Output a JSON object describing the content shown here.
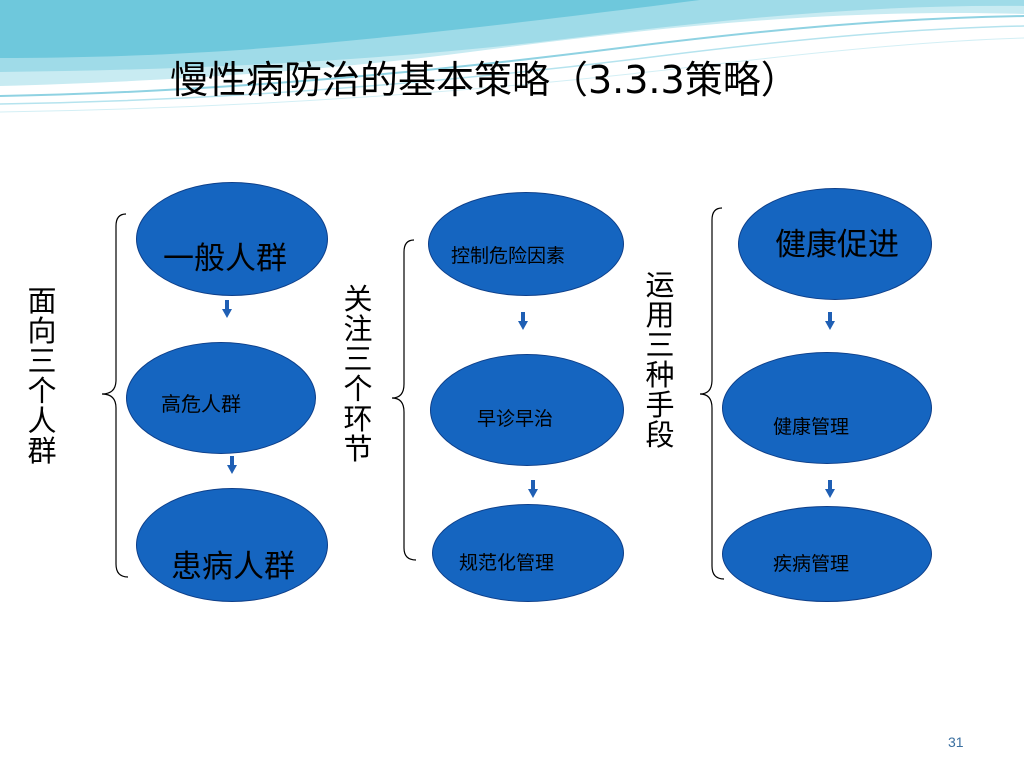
{
  "slide": {
    "title": "慢性病防治的基本策略（3.3.3策略）",
    "page_number": "31",
    "colors": {
      "ellipse_fill": "#1565c0",
      "ellipse_stroke": "#0d3f8a",
      "arrow_fill": "#1f5fb4",
      "text": "#000000",
      "page_number": "#3a6fa0",
      "wave_light": "#bfe6ee",
      "wave_mid": "#7fcfe0"
    },
    "groups": [
      {
        "label": "面向三个人群",
        "label_chars": [
          "面",
          "向",
          "三",
          "个",
          "人",
          "群"
        ],
        "items": [
          "一般人群",
          "高危人群",
          "患病人群"
        ]
      },
      {
        "label": "关注三个环节",
        "label_chars": [
          "关",
          "注",
          "三",
          "个",
          "环",
          "节"
        ],
        "items": [
          "控制危险因素",
          "早诊早治",
          "规范化管理"
        ]
      },
      {
        "label": "运用三种手段",
        "label_chars": [
          "运",
          "用",
          "三",
          "种",
          "手",
          "段"
        ],
        "items": [
          "健康促进",
          "健康管理",
          "疾病管理"
        ]
      }
    ]
  }
}
